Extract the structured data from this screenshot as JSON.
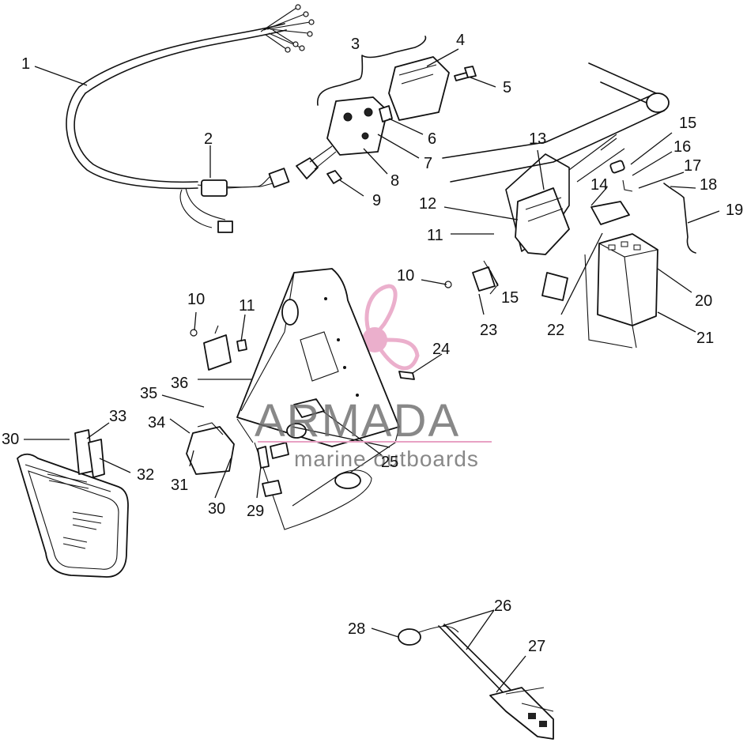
{
  "watermark": {
    "brand": "ARMADA",
    "tagline": "marine outboards",
    "colors": {
      "logo_pink": "#e8a2c4",
      "logo_pink_light": "#f3c9de",
      "text_gray": "#6e6e6e",
      "rule_pink": "#e8a2c4"
    }
  },
  "callouts": {
    "c1": "1",
    "c2": "2",
    "c3": "3",
    "c4": "4",
    "c5": "5",
    "c6": "6",
    "c7": "7",
    "c8": "8",
    "c9": "9",
    "c10a": "10",
    "c10b": "10",
    "c11a": "11",
    "c11b": "11",
    "c12": "12",
    "c13": "13",
    "c14": "14",
    "c15a": "15",
    "c15b": "15",
    "c16": "16",
    "c17": "17",
    "c18": "18",
    "c19": "19",
    "c20": "20",
    "c21": "21",
    "c22": "22",
    "c23": "23",
    "c24": "24",
    "c25": "25",
    "c26": "26",
    "c27": "27",
    "c28": "28",
    "c29": "29",
    "c30a": "30",
    "c30b": "30",
    "c31": "31",
    "c32": "32",
    "c33": "33",
    "c34": "34",
    "c35": "35",
    "c36": "36"
  }
}
